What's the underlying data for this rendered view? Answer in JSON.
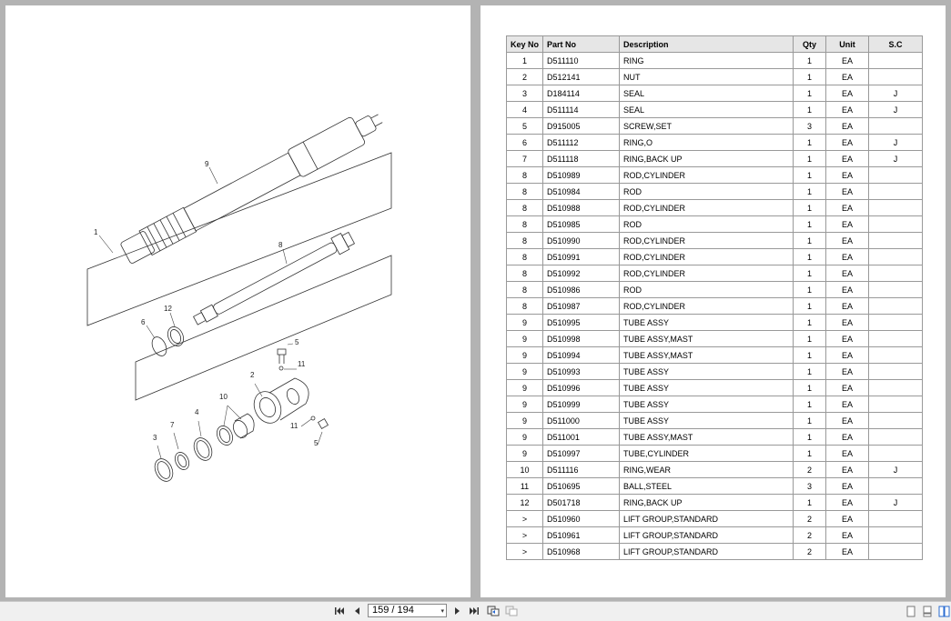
{
  "pager": {
    "page_label": "159 / 194",
    "dropdown_caret": "▾"
  },
  "diagram": {
    "callouts": [
      "1",
      "2",
      "3",
      "4",
      "5",
      "5",
      "6",
      "7",
      "8",
      "9",
      "10",
      "11",
      "11",
      "12"
    ]
  },
  "table": {
    "headers": {
      "key_no": "Key No",
      "part_no": "Part No",
      "description": "Description",
      "qty": "Qty",
      "unit": "Unit",
      "sc": "S.C"
    },
    "rows": [
      {
        "key": "1",
        "part": "D511110",
        "desc": "RING",
        "qty": "1",
        "unit": "EA",
        "sc": ""
      },
      {
        "key": "2",
        "part": "D512141",
        "desc": "NUT",
        "qty": "1",
        "unit": "EA",
        "sc": ""
      },
      {
        "key": "3",
        "part": "D184114",
        "desc": "SEAL",
        "qty": "1",
        "unit": "EA",
        "sc": "J"
      },
      {
        "key": "4",
        "part": "D511114",
        "desc": "SEAL",
        "qty": "1",
        "unit": "EA",
        "sc": "J"
      },
      {
        "key": "5",
        "part": "D915005",
        "desc": "SCREW,SET",
        "qty": "3",
        "unit": "EA",
        "sc": ""
      },
      {
        "key": "6",
        "part": "D511112",
        "desc": "RING,O",
        "qty": "1",
        "unit": "EA",
        "sc": "J"
      },
      {
        "key": "7",
        "part": "D511118",
        "desc": "RING,BACK UP",
        "qty": "1",
        "unit": "EA",
        "sc": "J"
      },
      {
        "key": "8",
        "part": "D510989",
        "desc": "ROD,CYLINDER",
        "qty": "1",
        "unit": "EA",
        "sc": ""
      },
      {
        "key": "8",
        "part": "D510984",
        "desc": "ROD",
        "qty": "1",
        "unit": "EA",
        "sc": ""
      },
      {
        "key": "8",
        "part": "D510988",
        "desc": "ROD,CYLINDER",
        "qty": "1",
        "unit": "EA",
        "sc": ""
      },
      {
        "key": "8",
        "part": "D510985",
        "desc": "ROD",
        "qty": "1",
        "unit": "EA",
        "sc": ""
      },
      {
        "key": "8",
        "part": "D510990",
        "desc": "ROD,CYLINDER",
        "qty": "1",
        "unit": "EA",
        "sc": ""
      },
      {
        "key": "8",
        "part": "D510991",
        "desc": "ROD,CYLINDER",
        "qty": "1",
        "unit": "EA",
        "sc": ""
      },
      {
        "key": "8",
        "part": "D510992",
        "desc": "ROD,CYLINDER",
        "qty": "1",
        "unit": "EA",
        "sc": ""
      },
      {
        "key": "8",
        "part": "D510986",
        "desc": "ROD",
        "qty": "1",
        "unit": "EA",
        "sc": ""
      },
      {
        "key": "8",
        "part": "D510987",
        "desc": "ROD,CYLINDER",
        "qty": "1",
        "unit": "EA",
        "sc": ""
      },
      {
        "key": "9",
        "part": "D510995",
        "desc": "TUBE ASSY",
        "qty": "1",
        "unit": "EA",
        "sc": ""
      },
      {
        "key": "9",
        "part": "D510998",
        "desc": "TUBE ASSY,MAST",
        "qty": "1",
        "unit": "EA",
        "sc": ""
      },
      {
        "key": "9",
        "part": "D510994",
        "desc": "TUBE ASSY,MAST",
        "qty": "1",
        "unit": "EA",
        "sc": ""
      },
      {
        "key": "9",
        "part": "D510993",
        "desc": "TUBE ASSY",
        "qty": "1",
        "unit": "EA",
        "sc": ""
      },
      {
        "key": "9",
        "part": "D510996",
        "desc": "TUBE ASSY",
        "qty": "1",
        "unit": "EA",
        "sc": ""
      },
      {
        "key": "9",
        "part": "D510999",
        "desc": "TUBE ASSY",
        "qty": "1",
        "unit": "EA",
        "sc": ""
      },
      {
        "key": "9",
        "part": "D511000",
        "desc": "TUBE ASSY",
        "qty": "1",
        "unit": "EA",
        "sc": ""
      },
      {
        "key": "9",
        "part": "D511001",
        "desc": "TUBE ASSY,MAST",
        "qty": "1",
        "unit": "EA",
        "sc": ""
      },
      {
        "key": "9",
        "part": "D510997",
        "desc": "TUBE,CYLINDER",
        "qty": "1",
        "unit": "EA",
        "sc": ""
      },
      {
        "key": "10",
        "part": "D511116",
        "desc": "RING,WEAR",
        "qty": "2",
        "unit": "EA",
        "sc": "J"
      },
      {
        "key": "11",
        "part": "D510695",
        "desc": "BALL,STEEL",
        "qty": "3",
        "unit": "EA",
        "sc": ""
      },
      {
        "key": "12",
        "part": "D501718",
        "desc": "RING,BACK UP",
        "qty": "1",
        "unit": "EA",
        "sc": "J"
      },
      {
        "key": ">",
        "part": "D510960",
        "desc": "LIFT GROUP,STANDARD",
        "qty": "2",
        "unit": "EA",
        "sc": ""
      },
      {
        "key": ">",
        "part": "D510961",
        "desc": "LIFT GROUP,STANDARD",
        "qty": "2",
        "unit": "EA",
        "sc": ""
      },
      {
        "key": ">",
        "part": "D510968",
        "desc": "LIFT GROUP,STANDARD",
        "qty": "2",
        "unit": "EA",
        "sc": ""
      }
    ]
  }
}
